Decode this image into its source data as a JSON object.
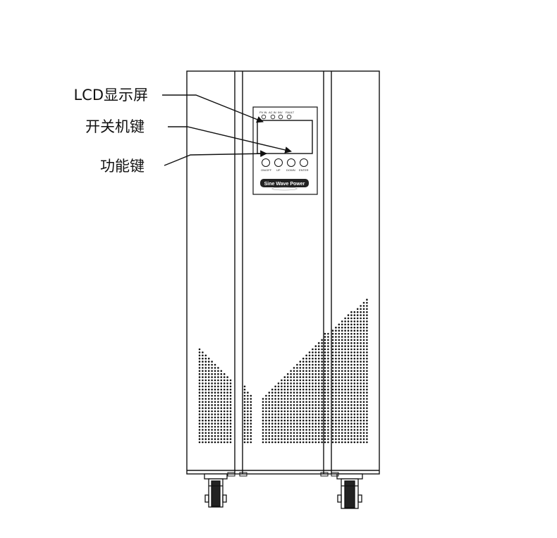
{
  "callouts": [
    {
      "label": "LCD显示屏"
    },
    {
      "label": "开关机键"
    },
    {
      "label": "功能键"
    }
  ],
  "panel": {
    "indicators": [
      "PV IN",
      "AC IN",
      "INV",
      "FAULT"
    ],
    "buttons": [
      "ON/OFF",
      "UP",
      "DOWN",
      "ENTER"
    ],
    "brand": "Sine Wave Power"
  },
  "colors": {
    "line": "#111111",
    "background": "#ffffff"
  },
  "icons": [
    "caster-wheel-icon",
    "vent-hole-icon",
    "arrow-head-icon"
  ]
}
